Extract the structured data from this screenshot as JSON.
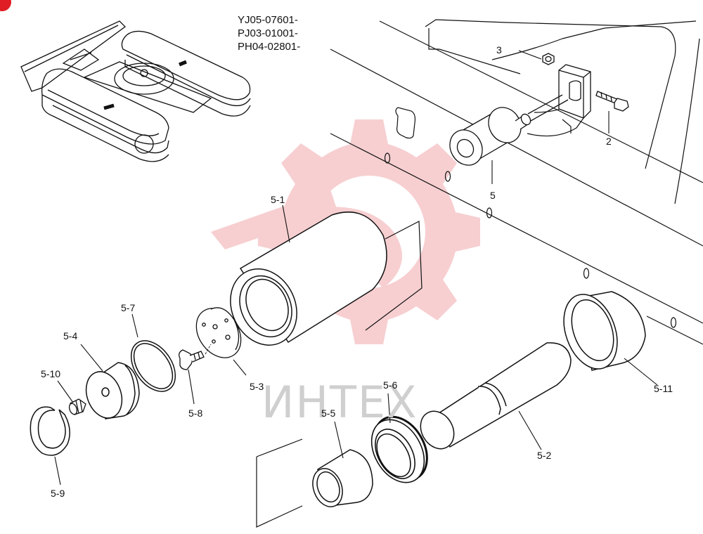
{
  "serials": [
    "YJ05-07601-",
    "PJ03-01001-",
    "PH04-02801-"
  ],
  "watermark": {
    "text": "ИНТЕХ",
    "color": "#f6c7c9"
  },
  "callouts": {
    "c2": "2",
    "c3": "3",
    "c5": "5",
    "c5_1": "5-1",
    "c5_2": "5-2",
    "c5_3": "5-3",
    "c5_4": "5-4",
    "c5_5": "5-5",
    "c5_6": "5-6",
    "c5_7": "5-7",
    "c5_8": "5-8",
    "c5_9": "5-9",
    "c5_10": "5-10",
    "c5_11": "5-11"
  },
  "colors": {
    "line": "#111111",
    "badge": "#e01c24"
  }
}
